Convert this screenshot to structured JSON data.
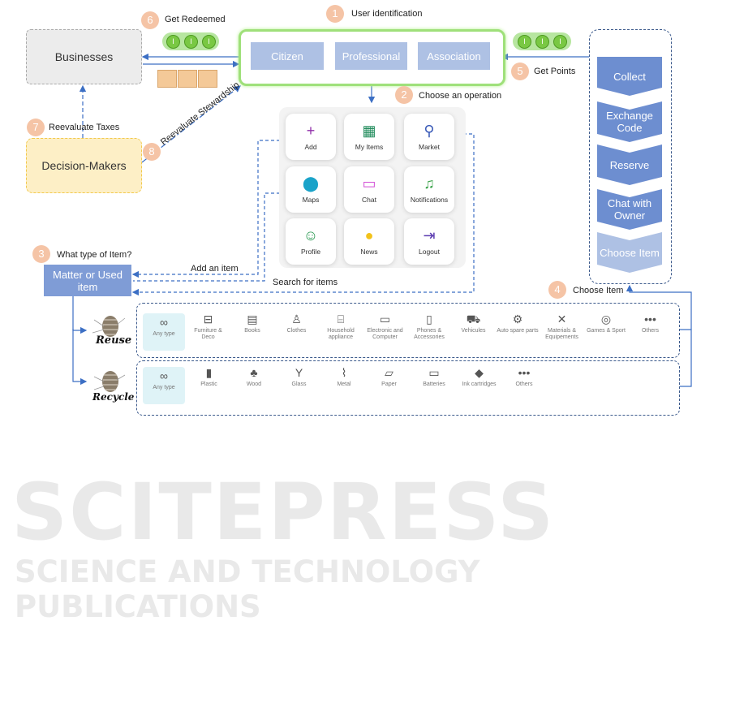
{
  "steps": {
    "s1": {
      "num": "1",
      "label": "User identification"
    },
    "s2": {
      "num": "2",
      "label": "Choose an operation"
    },
    "s3": {
      "num": "3",
      "label": "What type of Item?"
    },
    "s4": {
      "num": "4",
      "label": "Choose Item"
    },
    "s5": {
      "num": "5",
      "label": "Get Points"
    },
    "s6": {
      "num": "6",
      "label": "Get Redeemed"
    },
    "s7": {
      "num": "7",
      "label": "Reevaluate Taxes"
    },
    "s8": {
      "num": "8",
      "label": "Reevaluate Stewardship"
    }
  },
  "nodes": {
    "businesses": "Businesses",
    "decision_makers": "Decision-Makers",
    "matter": "Matter or Used item"
  },
  "users": [
    "Citizen",
    "Professional",
    "Association"
  ],
  "coin_glyph": "I",
  "menu": [
    {
      "label": "Add",
      "icon": "plus-icon",
      "glyph": "+",
      "color": "#8e2ca8"
    },
    {
      "label": "My Items",
      "icon": "grid-icon",
      "glyph": "▦",
      "color": "#1e8a5a"
    },
    {
      "label": "Market",
      "icon": "search-icon",
      "glyph": "⚲",
      "color": "#3b5bb8"
    },
    {
      "label": "Maps",
      "icon": "pin-icon",
      "glyph": "⬤",
      "color": "#1aa3c9"
    },
    {
      "label": "Chat",
      "icon": "chat-icon",
      "glyph": "▭",
      "color": "#d24fd6"
    },
    {
      "label": "Notifications",
      "icon": "bell-icon",
      "glyph": "♫",
      "color": "#3aa34a"
    },
    {
      "label": "Profile",
      "icon": "user-icon",
      "glyph": "☺",
      "color": "#2e9b55"
    },
    {
      "label": "News",
      "icon": "dots-icon",
      "glyph": "●",
      "color": "#f2c21b"
    },
    {
      "label": "Logout",
      "icon": "logout-icon",
      "glyph": "⇥",
      "color": "#5b3bb0"
    }
  ],
  "actions": [
    "Collect",
    "Exchange Code",
    "Reserve",
    "Chat with Owner",
    "Choose Item"
  ],
  "arrows": {
    "add_item": "Add an item",
    "search_items": "Search for items"
  },
  "reuse": {
    "brand": "Reuse",
    "items": [
      {
        "label": "Any type",
        "glyph": "∞",
        "icon": "infinity-icon"
      },
      {
        "label": "Furniture & Deco",
        "glyph": "⊟",
        "icon": "sofa-icon"
      },
      {
        "label": "Books",
        "glyph": "▤",
        "icon": "book-icon"
      },
      {
        "label": "Clothes",
        "glyph": "♙",
        "icon": "shirt-icon"
      },
      {
        "label": "Household appliance",
        "glyph": "⌸",
        "icon": "appliance-icon"
      },
      {
        "label": "Electronic and Computer",
        "glyph": "▭",
        "icon": "laptop-icon"
      },
      {
        "label": "Phones & Accessories",
        "glyph": "▯",
        "icon": "phone-icon"
      },
      {
        "label": "Vehicules",
        "glyph": "⛟",
        "icon": "car-icon"
      },
      {
        "label": "Auto spare parts",
        "glyph": "⚙",
        "icon": "gear-icon"
      },
      {
        "label": "Materials & Equipements",
        "glyph": "✕",
        "icon": "tools-icon"
      },
      {
        "label": "Games & Sport",
        "glyph": "◎",
        "icon": "ball-icon"
      },
      {
        "label": "Others",
        "glyph": "•••",
        "icon": "more-icon"
      }
    ]
  },
  "recycle": {
    "brand": "Recycle",
    "items": [
      {
        "label": "Any type",
        "glyph": "∞",
        "icon": "infinity-icon"
      },
      {
        "label": "Plastic",
        "glyph": "▮",
        "icon": "bottle-icon"
      },
      {
        "label": "Wood",
        "glyph": "♣",
        "icon": "tree-icon"
      },
      {
        "label": "Glass",
        "glyph": "Y",
        "icon": "glass-icon"
      },
      {
        "label": "Metal",
        "glyph": "⌇",
        "icon": "clip-icon"
      },
      {
        "label": "Paper",
        "glyph": "▱",
        "icon": "paper-icon"
      },
      {
        "label": "Batteries",
        "glyph": "▭",
        "icon": "battery-icon"
      },
      {
        "label": "Ink cartridges",
        "glyph": "◆",
        "icon": "ink-icon"
      },
      {
        "label": "Others",
        "glyph": "•••",
        "icon": "more-icon"
      }
    ]
  },
  "watermark": {
    "title": "SCITEPRESS",
    "subtitle": "SCIENCE AND TECHNOLOGY PUBLICATIONS"
  },
  "colors": {
    "accent_blue": "#3c5a8c",
    "user_btn": "#aec1e4",
    "action": "#6d8ed0",
    "step": "#f5c4a6",
    "user_frame": "#9fe07a"
  }
}
